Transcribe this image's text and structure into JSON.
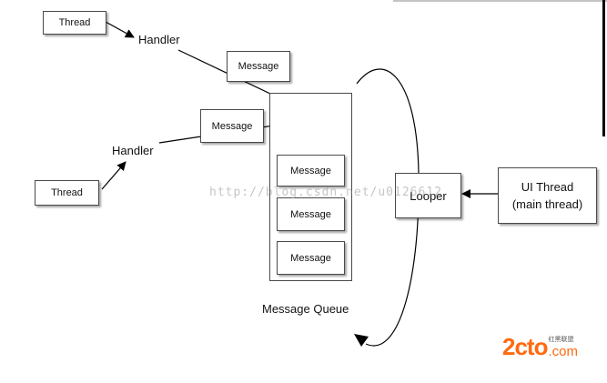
{
  "thread_top": "Thread",
  "thread_bottom": "Thread",
  "handler_top": "Handler",
  "handler_bottom": "Handler",
  "message_top": "Message",
  "message_mid": "Message",
  "queue_messages": [
    "Message",
    "Message",
    "Message"
  ],
  "queue_label": "Message Queue",
  "looper": "Looper",
  "ui_thread_line1": "UI Thread",
  "ui_thread_line2": "(main thread)",
  "watermark": "http://blog.csdn.net/u0126612",
  "logo": {
    "main": "2cto",
    "com": ".com",
    "sub": "红黑联盟",
    "color": "#ff6a10"
  }
}
